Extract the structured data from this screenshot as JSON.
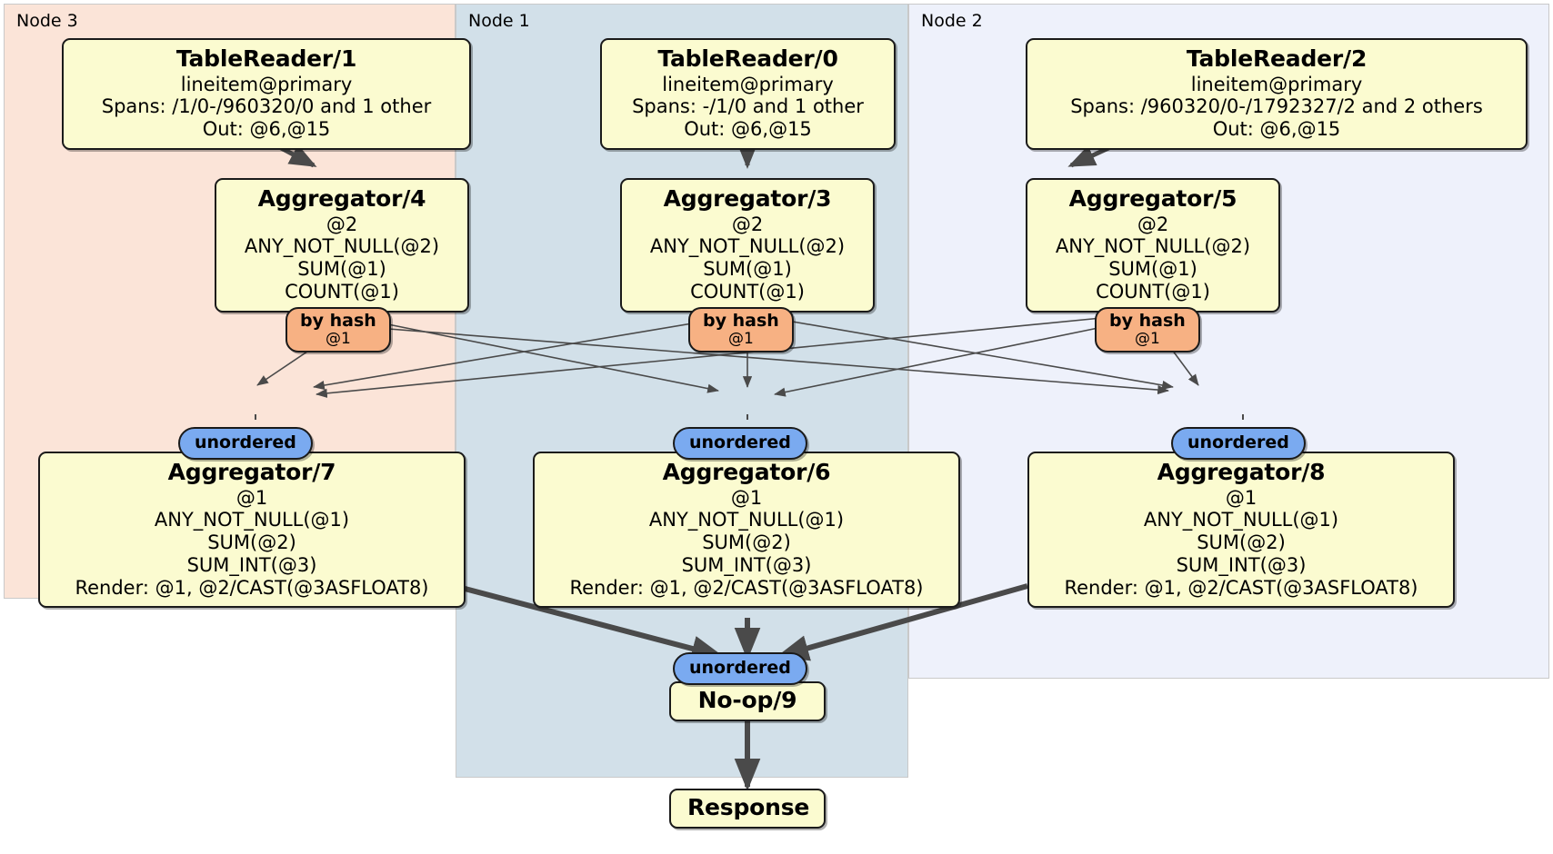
{
  "diagram": {
    "type": "distributed-query-plan",
    "colors": {
      "node3_bg": "#fbe4d8",
      "node1_bg": "#d2e0e9",
      "node2_bg": "#eef1fb",
      "processor_bg": "#fbfbd0",
      "hash_badge_bg": "#f7b183",
      "unordered_badge_bg": "#7aaaf0",
      "edge": "#4a4a4a",
      "border": "#1a1a1a"
    },
    "nodes": [
      {
        "id": "node3",
        "label": "Node 3"
      },
      {
        "id": "node1",
        "label": "Node 1"
      },
      {
        "id": "node2",
        "label": "Node 2"
      }
    ],
    "processors": {
      "tablereader1": {
        "title": "TableReader/1",
        "lines": [
          "lineitem@primary",
          "Spans: /1/0-/960320/0 and 1 other",
          "Out: @6,@15"
        ]
      },
      "tablereader0": {
        "title": "TableReader/0",
        "lines": [
          "lineitem@primary",
          "Spans: -/1/0 and 1 other",
          "Out: @6,@15"
        ]
      },
      "tablereader2": {
        "title": "TableReader/2",
        "lines": [
          "lineitem@primary",
          "Spans: /960320/0-/1792327/2 and 2 others",
          "Out: @6,@15"
        ]
      },
      "aggregator4": {
        "title": "Aggregator/4",
        "lines": [
          "@2",
          "ANY_NOT_NULL(@2)",
          "SUM(@1)",
          "COUNT(@1)"
        ]
      },
      "aggregator3": {
        "title": "Aggregator/3",
        "lines": [
          "@2",
          "ANY_NOT_NULL(@2)",
          "SUM(@1)",
          "COUNT(@1)"
        ]
      },
      "aggregator5": {
        "title": "Aggregator/5",
        "lines": [
          "@2",
          "ANY_NOT_NULL(@2)",
          "SUM(@1)",
          "COUNT(@1)"
        ]
      },
      "aggregator7": {
        "title": "Aggregator/7",
        "lines": [
          "@1",
          "ANY_NOT_NULL(@1)",
          "SUM(@2)",
          "SUM_INT(@3)",
          "Render: @1, @2/CAST(@3ASFLOAT8)"
        ]
      },
      "aggregator6": {
        "title": "Aggregator/6",
        "lines": [
          "@1",
          "ANY_NOT_NULL(@1)",
          "SUM(@2)",
          "SUM_INT(@3)",
          "Render: @1, @2/CAST(@3ASFLOAT8)"
        ]
      },
      "aggregator8": {
        "title": "Aggregator/8",
        "lines": [
          "@1",
          "ANY_NOT_NULL(@1)",
          "SUM(@2)",
          "SUM_INT(@3)",
          "Render: @1, @2/CAST(@3ASFLOAT8)"
        ]
      },
      "noop9": {
        "title": "No-op/9",
        "lines": []
      },
      "response": {
        "title": "Response",
        "lines": []
      }
    },
    "badges": {
      "hash_left": {
        "title": "by hash",
        "sub": "@1"
      },
      "hash_center": {
        "title": "by hash",
        "sub": "@1"
      },
      "hash_right": {
        "title": "by hash",
        "sub": "@1"
      },
      "unordered_left": {
        "title": "unordered"
      },
      "unordered_center": {
        "title": "unordered"
      },
      "unordered_right": {
        "title": "unordered"
      },
      "unordered_final": {
        "title": "unordered"
      }
    }
  }
}
